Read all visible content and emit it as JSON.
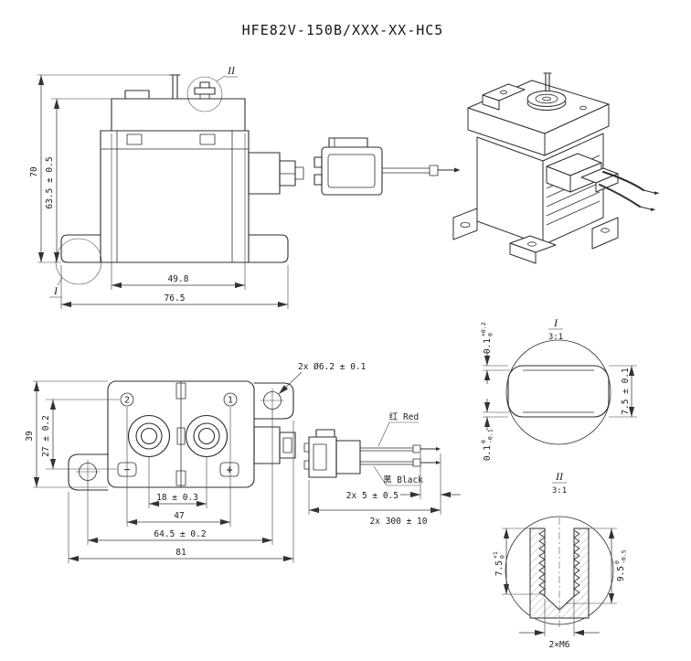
{
  "title": "HFE82V-150B/XXX-XX-HC5",
  "front_view": {
    "dim_total_height": "70",
    "dim_body_height": "63.5 ± 0.5",
    "dim_cap_width": "49.8",
    "dim_total_width": "76.5",
    "detail_marker_i": "I",
    "detail_marker_ii": "II"
  },
  "top_view": {
    "hole_callout": "2x Ø6.2 ± 0.1",
    "dim_body_depth": "39",
    "dim_inner_depth": "27 ± 0.2",
    "dim_terminal_pitch": "18 ± 0.3",
    "dim_width_47": "47",
    "dim_mount_pitch": "64.5 ± 0.2",
    "dim_total_width": "81",
    "terminal_no_1": "1",
    "terminal_no_2": "2",
    "polarity_plus": "+",
    "polarity_minus": "−"
  },
  "leads": {
    "red_label": "红 Red",
    "black_label": "黑 Black",
    "dim_tip": "2x 5 ± 0.5",
    "dim_length": "2x 300 ± 10"
  },
  "detail_i": {
    "label": "I",
    "scale": "3:1",
    "dim_top": {
      "value": "0.1",
      "tol_up": "+0.2",
      "tol_dn": "0"
    },
    "dim_height": "7.5 ± 0.1",
    "dim_bottom": {
      "value": "0.1",
      "tol_up": "0",
      "tol_dn": "-0.1"
    }
  },
  "detail_ii": {
    "label": "II",
    "scale": "3:1",
    "dim_thread_depth": {
      "value": "7.5",
      "tol_up": "+1",
      "tol_dn": "0"
    },
    "dim_hole_depth": {
      "value": "9.5",
      "tol_up": "0",
      "tol_dn": "-0.5"
    },
    "thread_callout": "2×M6"
  }
}
